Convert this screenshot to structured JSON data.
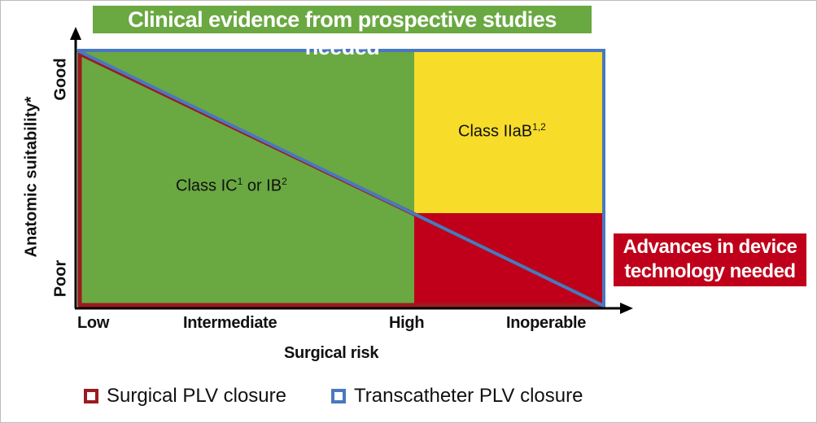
{
  "banner_top": "Clinical evidence from prospective studies needed",
  "banner_right": [
    "Advances in device",
    "technology needed"
  ],
  "regions": {
    "green": {
      "label": "Class IC",
      "sup1": "1",
      "mid": " or IB",
      "sup2": "2"
    },
    "yellow": {
      "label": "Class IIaB",
      "sup": "1,2"
    }
  },
  "x_axis": {
    "title": "Surgical risk",
    "ticks": [
      "Low",
      "Intermediate",
      "High",
      "Inoperable"
    ]
  },
  "y_axis": {
    "title": "Anatomic suitability*",
    "ticks": [
      "Poor",
      "Good"
    ]
  },
  "legend": [
    {
      "label": "Surgical PLV closure",
      "color": "#9b1b1f"
    },
    {
      "label": "Transcatheter PLV closure",
      "color": "#4a78c0"
    }
  ],
  "colors": {
    "green": "#6aa842",
    "yellow": "#f7dc2a",
    "red": "#c0001a",
    "blue": "#4a78c0",
    "darkred": "#9b1b1f"
  }
}
